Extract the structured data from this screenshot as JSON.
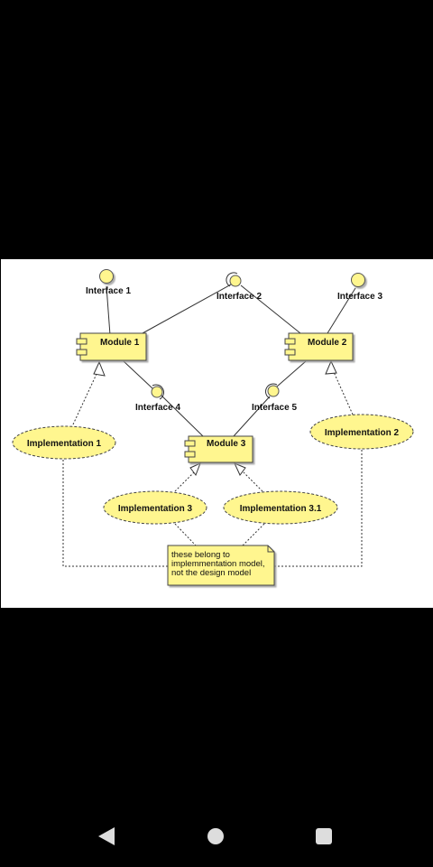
{
  "diagram": {
    "interfaces": {
      "i1": "Interface 1",
      "i2": "Interface 2",
      "i3": "Interface 3",
      "i4": "Interface 4",
      "i5": "Interface 5"
    },
    "modules": {
      "m1": "Module 1",
      "m2": "Module 2",
      "m3": "Module 3"
    },
    "implementations": {
      "impl1": "Implementation 1",
      "impl2": "Implementation 2",
      "impl3": "Implementation 3",
      "impl31": "Implementation 3.1"
    },
    "note": {
      "line1": "these belong to",
      "line2": "implemmentation model,",
      "line3": "not the design model"
    },
    "colors": {
      "fill": "#fff68f",
      "stroke": "#444444",
      "background": "#ffffff"
    }
  },
  "navbar": {
    "icons": [
      "back-icon",
      "home-icon",
      "recents-icon"
    ]
  }
}
